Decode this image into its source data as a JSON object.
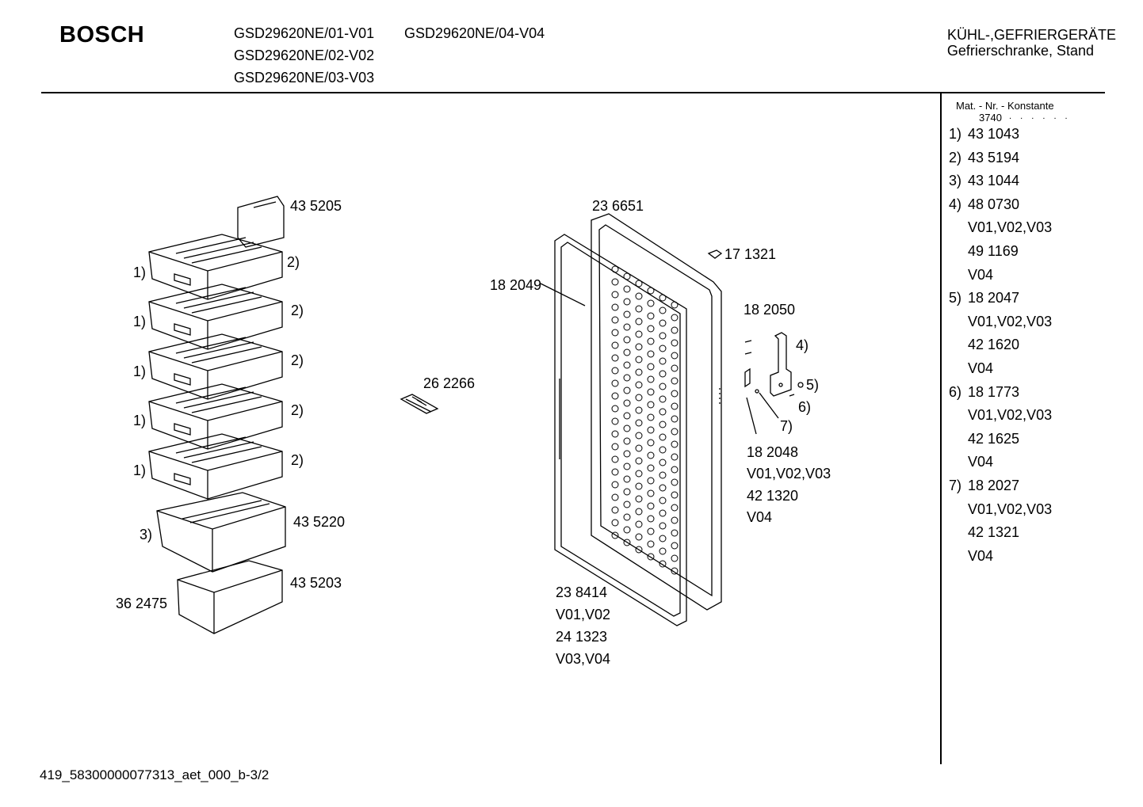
{
  "header": {
    "brand": "BOSCH",
    "models": [
      "GSD29620NE/01-V01",
      "GSD29620NE/04-V04",
      "GSD29620NE/02-V02",
      "GSD29620NE/03-V03"
    ],
    "category": "KÜHL-,GEFRIERGERÄTE",
    "subcategory": "Gefrierschranke, Stand"
  },
  "parts_panel": {
    "heading": "Mat. - Nr. - Konstante",
    "constant": "3740",
    "constant_dots": ". .   . . . .",
    "rows": [
      {
        "num": "1)",
        "text": "43 1043"
      },
      {
        "num": "2)",
        "text": "43 5194"
      },
      {
        "num": "3)",
        "text": "43 1044"
      },
      {
        "num": "4)",
        "text": "48 0730"
      },
      {
        "num": "",
        "text": "V01,V02,V03"
      },
      {
        "num": "",
        "text": "49 1169"
      },
      {
        "num": "",
        "text": "V04"
      },
      {
        "num": "5)",
        "text": "18 2047"
      },
      {
        "num": "",
        "text": "V01,V02,V03"
      },
      {
        "num": "",
        "text": "42 1620"
      },
      {
        "num": "",
        "text": "V04"
      },
      {
        "num": "6)",
        "text": "18 1773"
      },
      {
        "num": "",
        "text": "V01,V02,V03"
      },
      {
        "num": "",
        "text": "42 1625"
      },
      {
        "num": "",
        "text": "V04"
      },
      {
        "num": "7)",
        "text": "18 2027"
      },
      {
        "num": "",
        "text": "V01,V02,V03"
      },
      {
        "num": "",
        "text": "42 1321"
      },
      {
        "num": "",
        "text": "V04"
      }
    ]
  },
  "callouts": {
    "drawer_top_part": "43 5205",
    "drawer_right_ref": "2)",
    "drawer_left_ref": "1)",
    "basket_ref": "3)",
    "basket_part": "43 5220",
    "bottom_bin_part": "43 5203",
    "bottom_bin_left_part": "36 2475",
    "ice_tray_part": "26 2266",
    "door_part": "23 6651",
    "gasket_part": "18 2049",
    "hinge_cover_part": "17 1321",
    "hinge_screw_part": "18 2050",
    "hinge_ref_4": "4)",
    "hinge_ref_5": "5)",
    "hinge_ref_6": "6)",
    "hinge_ref_7": "7)",
    "hinge_bottom_part": "18 2048",
    "hinge_bottom_v1": "V01,V02,V03",
    "hinge_bottom_part2": "42 1320",
    "hinge_bottom_v2": "V04",
    "door_bottom_part": "23 8414",
    "door_bottom_v1": "V01,V02",
    "door_bottom_part2": "24 1323",
    "door_bottom_v2": "V03,V04"
  },
  "footer": {
    "code": "419_58300000077313_aet_000_b-3/2"
  }
}
